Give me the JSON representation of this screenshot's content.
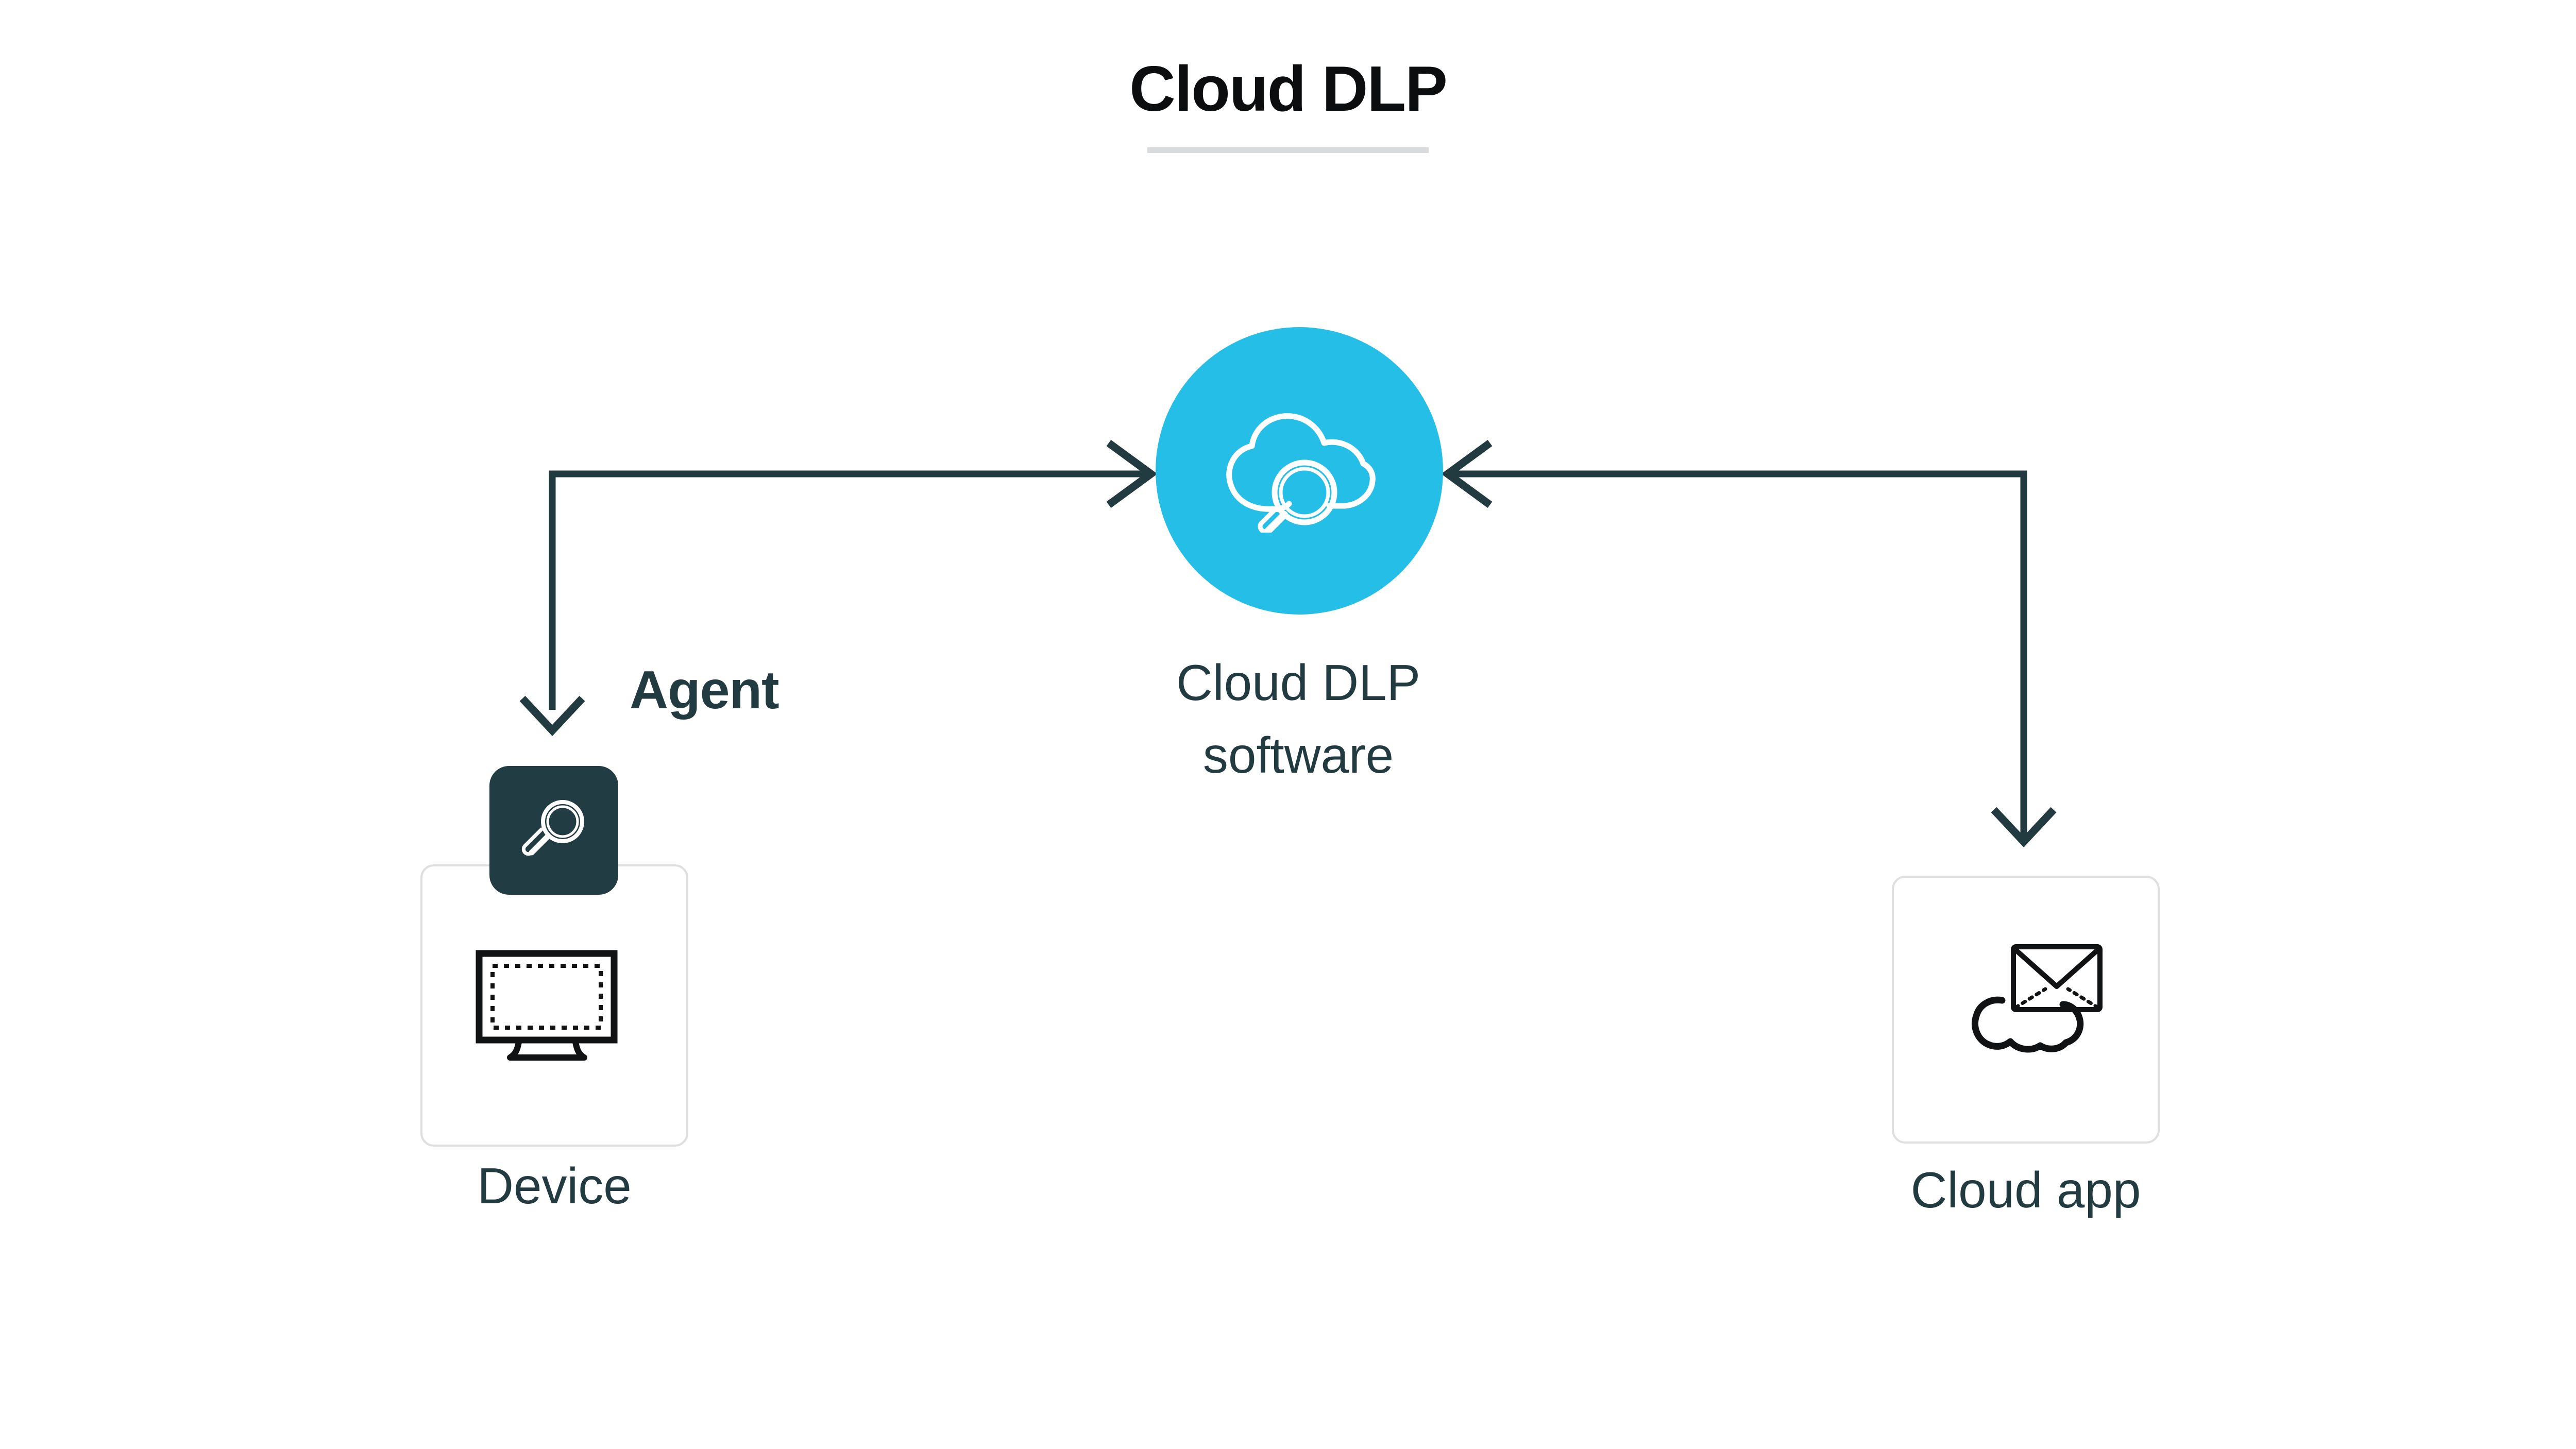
{
  "title": {
    "text": "Cloud DLP",
    "rule_color": "#d9dadb"
  },
  "colors": {
    "accent_cyan": "#25bee6",
    "dark_slate": "#223b41",
    "badge_dark": "#213c42",
    "title_black": "#0b0d0e",
    "card_border_gray": "#dedfe0",
    "connector_stroke": "#223b41",
    "background": "#ffffff"
  },
  "nodes": {
    "hub": {
      "label": "Cloud DLP\nsoftware",
      "icon": "cloud-magnifier-icon",
      "shape": "circle",
      "fill": "#25bee6"
    },
    "device": {
      "label": "Device",
      "icon": "monitor-icon",
      "badge": {
        "label": "Agent",
        "icon": "magnifier-icon"
      }
    },
    "cloud_app": {
      "label": "Cloud app",
      "icon": "cloud-envelope-icon"
    }
  },
  "connectors": [
    {
      "name": "device-to-hub",
      "from": "device",
      "to": "hub",
      "direction": "bidirectional-elbow",
      "arrowheads": [
        "right-into-hub",
        "down-into-device"
      ]
    },
    {
      "name": "cloudapp-to-hub",
      "from": "cloud_app",
      "to": "hub",
      "direction": "bidirectional-elbow",
      "arrowheads": [
        "left-into-hub",
        "down-into-cloud-app"
      ]
    }
  ]
}
